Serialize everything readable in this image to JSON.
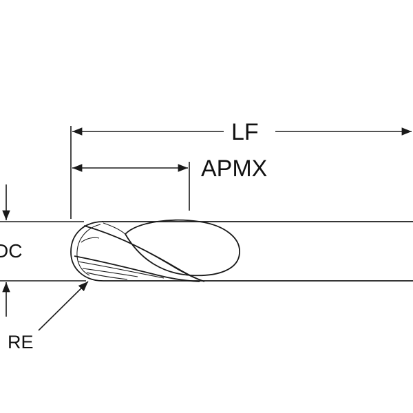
{
  "diagram": {
    "labels": {
      "lf": "LF",
      "apmx": "APMX",
      "dc": "DC",
      "re": "RE"
    },
    "colors": {
      "line": "#1a1a1a",
      "background": "#ffffff"
    }
  }
}
